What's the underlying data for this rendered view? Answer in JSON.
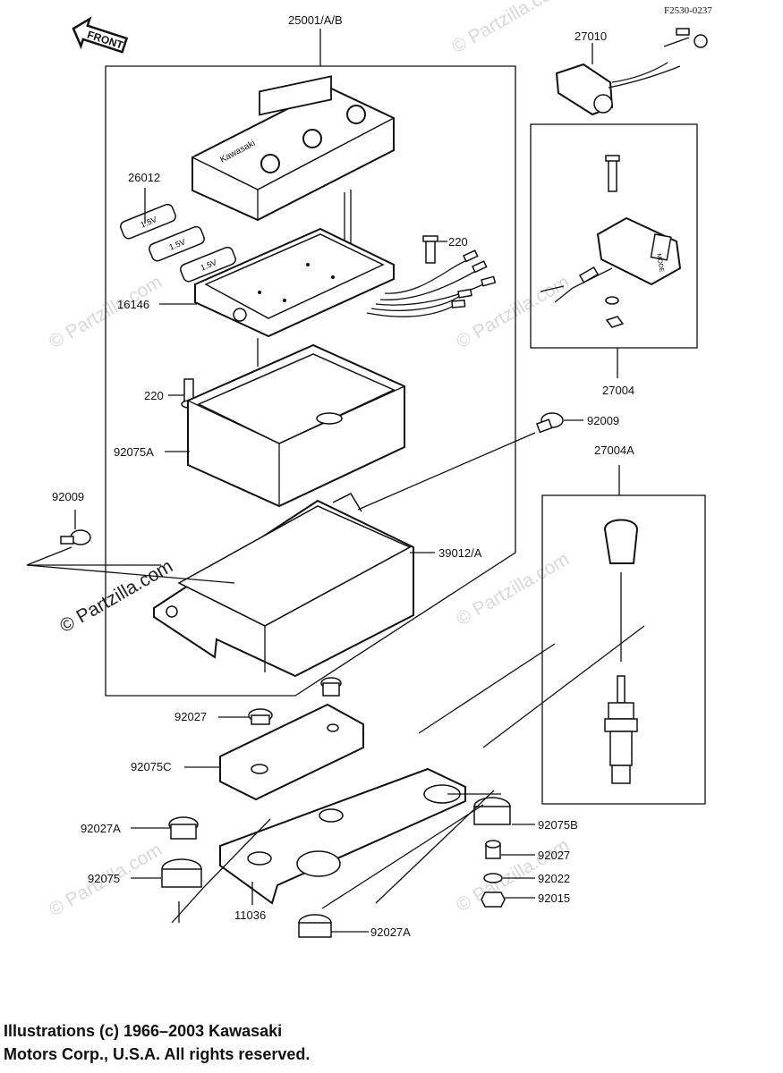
{
  "diagram_code": "F2530-0237",
  "front_label": "FRONT",
  "watermark": "© Partzilla.com",
  "copyright_line1": "Illustrations (c) 1966–2003 Kawasaki",
  "copyright_line2": "Motors Corp., U.S.A.  All rights reserved.",
  "meter_brand": "Kawasaki",
  "switch_mode_label": "MODE",
  "battery_label": "1.5V",
  "callouts": {
    "c25001": "25001/A/B",
    "c26012": "26012",
    "c16146": "16146",
    "c220a": "220",
    "c220b": "220",
    "c92075A": "92075A",
    "c92009a": "92009",
    "c92009b": "92009",
    "c39012": "39012/A",
    "c27010": "27010",
    "c27004": "27004",
    "c27004A": "27004A",
    "c92027a": "92027",
    "c92075C": "92075C",
    "c92027A1": "92027A",
    "c92075": "92075",
    "c11036": "11036",
    "c92027A2": "92027A",
    "c92075B": "92075B",
    "c92027b": "92027",
    "c92022": "92022",
    "c92015": "92015"
  }
}
